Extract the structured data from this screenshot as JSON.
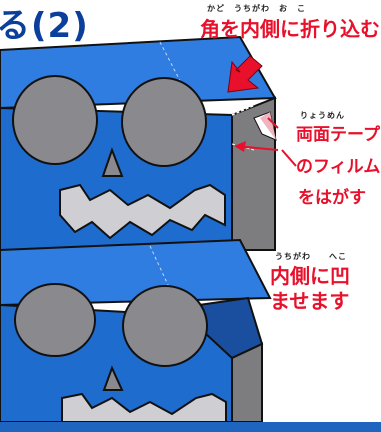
{
  "step_title": "る(2)",
  "step1": {
    "ruby": "かど　うちがわ　お　こ",
    "instruction": "角を内側に折り込む",
    "tape_ruby": "りょうめん",
    "tape_line1": "両面テープ",
    "tape_line2": "のフィルム",
    "tape_line3": "をはがす"
  },
  "step2": {
    "ruby": "うちがわ　　へこ",
    "line1": "内側に凹",
    "line2": "ませます"
  },
  "colors": {
    "box_blue": "#1f6ccf",
    "box_dark": "#1a4fa0",
    "side_gray": "#7d7d80",
    "eye_gray": "#8a8a8e",
    "mouth": "#cfcfd3",
    "accent_red": "#e8102a",
    "title_blue": "#0b3f9c"
  }
}
